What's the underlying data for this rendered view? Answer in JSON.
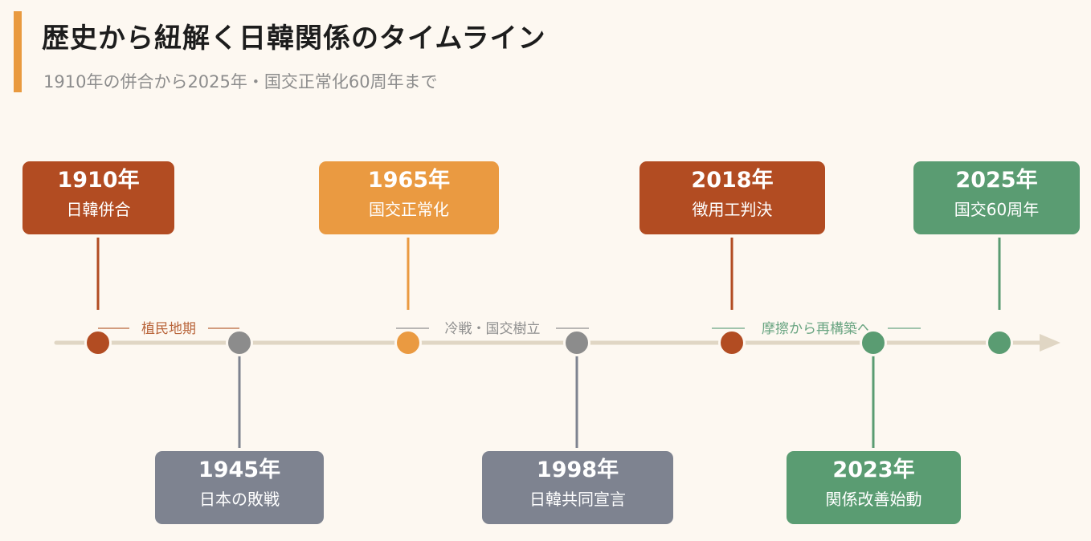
{
  "header": {
    "title": "歴史から紐解く日韓関係のタイムライン",
    "subtitle": "1910年の併合から2025年・国交正常化60周年まで"
  },
  "colors": {
    "rust": "#b24c22",
    "orange": "#ea9a41",
    "gray": "#7e8390",
    "gray_dot": "#8c8c8c",
    "green": "#5a9c72",
    "axis": "#e0d6c4",
    "accent": "#e99a3f"
  },
  "periods": [
    {
      "label": "植民地期",
      "color": "#b9653b"
    },
    {
      "label": "冷戦・国交樹立",
      "color": "#8f8f8f"
    },
    {
      "label": "摩擦から再構築へ",
      "color": "#6aa582"
    }
  ],
  "events": [
    {
      "year": "1910年",
      "label": "日韓併合",
      "color": "#b24c22",
      "dot": "#b24c22",
      "position": "above"
    },
    {
      "year": "1945年",
      "label": "日本の敗戦",
      "color": "#7e8390",
      "dot": "#8c8c8c",
      "position": "below"
    },
    {
      "year": "1965年",
      "label": "国交正常化",
      "color": "#ea9a41",
      "dot": "#ea9a41",
      "position": "above"
    },
    {
      "year": "1998年",
      "label": "日韓共同宣言",
      "color": "#7e8390",
      "dot": "#8c8c8c",
      "position": "below"
    },
    {
      "year": "2018年",
      "label": "徴用工判決",
      "color": "#b24c22",
      "dot": "#b24c22",
      "position": "above"
    },
    {
      "year": "2023年",
      "label": "関係改善始動",
      "color": "#5a9c72",
      "dot": "#5a9c72",
      "position": "below"
    },
    {
      "year": "2025年",
      "label": "国交60周年",
      "color": "#5a9c72",
      "dot": "#5a9c72",
      "position": "above"
    }
  ]
}
